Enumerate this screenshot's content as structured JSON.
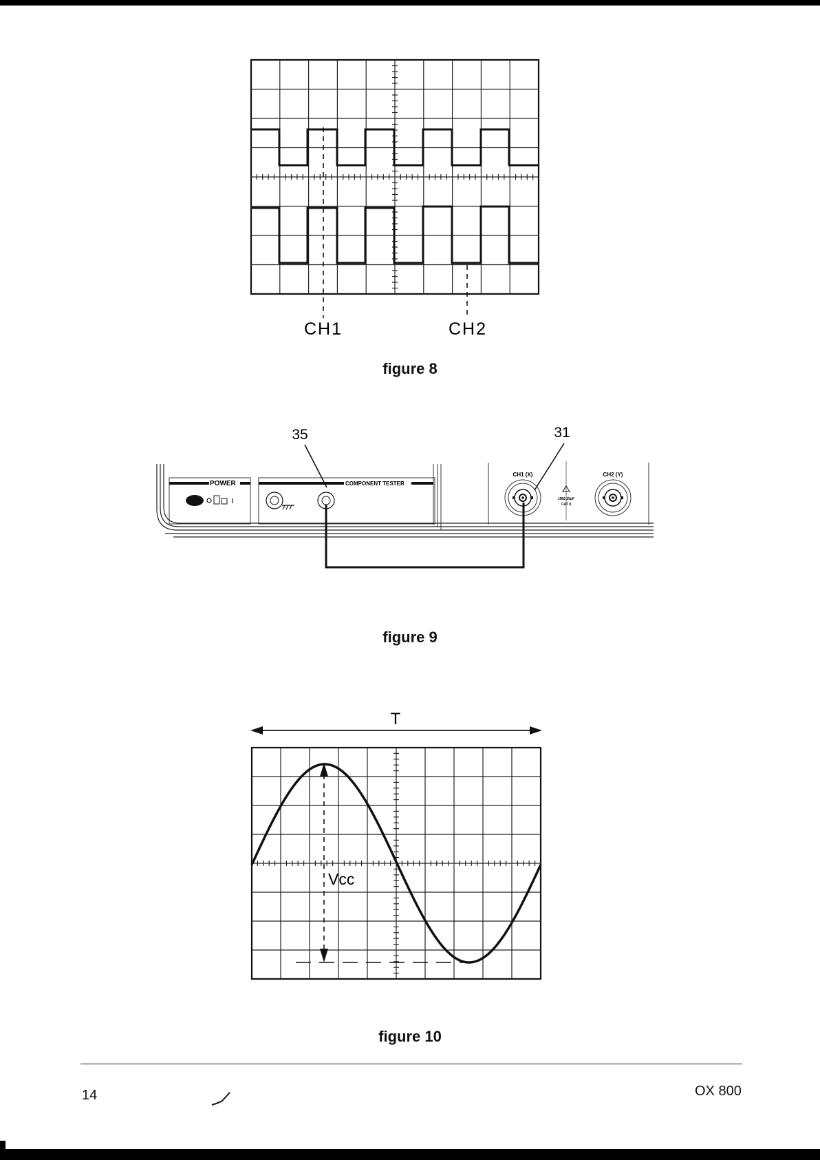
{
  "figure8": {
    "caption": "figure 8",
    "ch1_label": "CH1",
    "ch2_label": "CH2"
  },
  "figure9": {
    "caption": "figure 9",
    "callout_left": "35",
    "callout_right": "31",
    "power_label": "POWER",
    "tester_label": "COMPONENT TESTER",
    "ch1_input_label": "CH1 (X)",
    "ch2_input_label": "CH2 (Y)",
    "input_spec_line1": "1MΩ 25pF",
    "input_spec_line2": "CAT II"
  },
  "figure10": {
    "caption": "figure 10",
    "period_label": "T",
    "amplitude_label": "Vcc"
  },
  "footer": {
    "page_number": "14",
    "model": "OX 800"
  },
  "colors": {
    "ink": "#111111",
    "paper": "#ffffff"
  }
}
